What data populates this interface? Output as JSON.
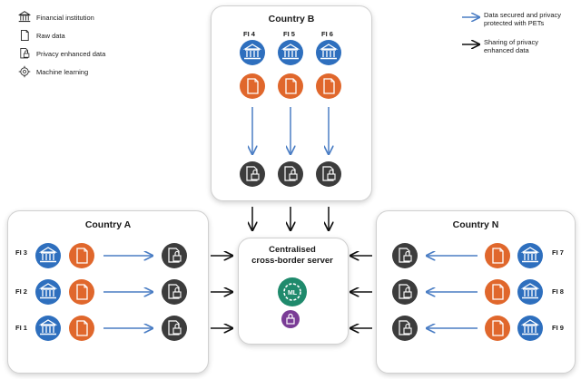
{
  "legend": {
    "financial_institution": "Financial institution",
    "raw_data": "Raw data",
    "privacy_enhanced_data": "Privacy enhanced data",
    "machine_learning": "Machine learning",
    "arrow_blue_line1": "Data secured and privacy",
    "arrow_blue_line2": "protected with PETs",
    "arrow_black_line1": "Sharing of privacy",
    "arrow_black_line2": "enhanced data"
  },
  "country_b": {
    "title": "Country B",
    "fis": [
      "FI 4",
      "FI 5",
      "FI 6"
    ]
  },
  "country_a": {
    "title": "Country A",
    "fis": [
      "FI 3",
      "FI 2",
      "FI 1"
    ]
  },
  "country_n": {
    "title": "Country N",
    "fis": [
      "FI 7",
      "FI 8",
      "FI 9"
    ]
  },
  "server": {
    "title_line1": "Centralised",
    "title_line2": "cross-border server",
    "ml_icon_text": "ML"
  },
  "colors": {
    "blue": "#2e6fbe",
    "orange": "#e0672c",
    "dark": "#3c3c3c",
    "green": "#1f8a6c",
    "purple": "#7a3c96",
    "arrow_blue": "#4a7dc4"
  }
}
